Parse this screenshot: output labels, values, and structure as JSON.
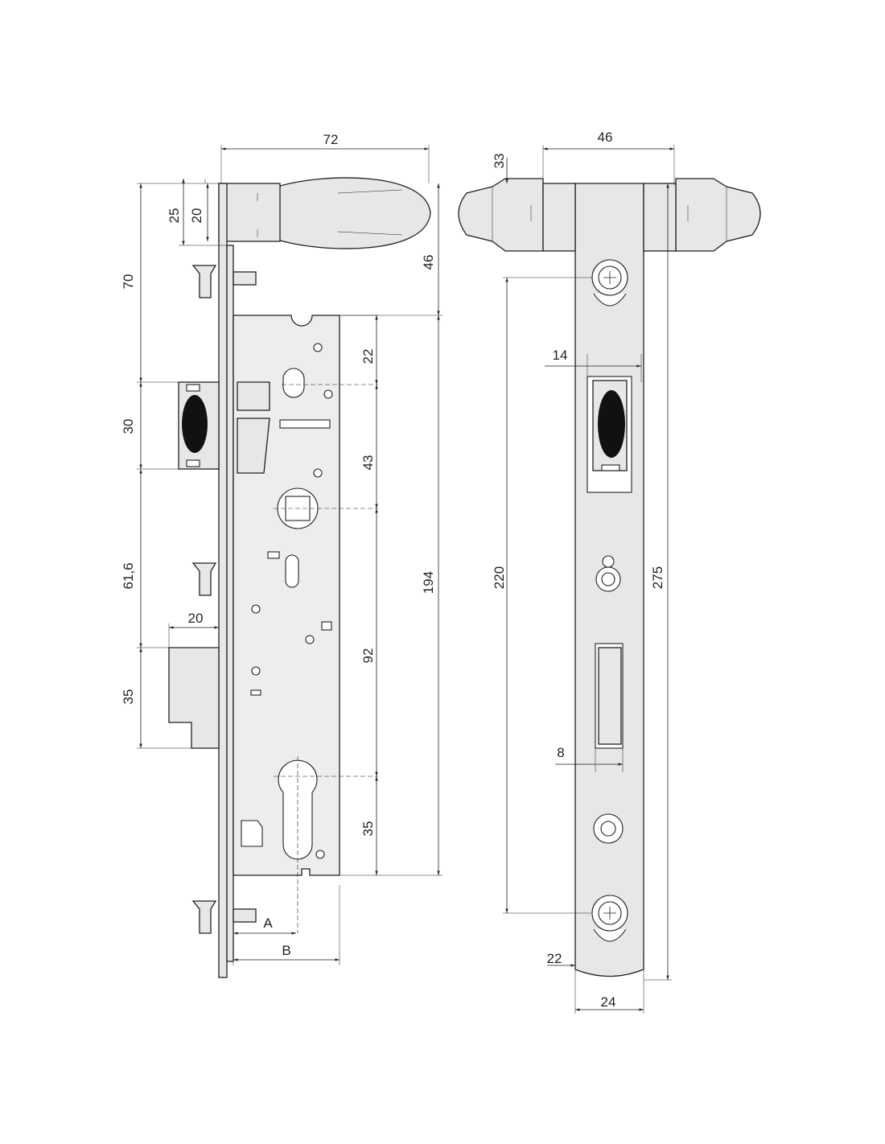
{
  "title": "Mortise lock dimension drawing",
  "side_view": {
    "dimensions": {
      "overall_depth": "72",
      "handle_height_outer": "25",
      "handle_height_inner": "20",
      "top_to_body": "46",
      "top_to_latch": "70",
      "latch_height": "30",
      "latch_to_bolt": "61,6",
      "bolt_projection": "20",
      "bolt_height": "35",
      "body_top_to_hole": "22",
      "hole_to_follower": "43",
      "body_height": "194",
      "follower_to_cylinder": "92",
      "cylinder_to_bottom": "35",
      "backset_a": "A",
      "depth_b": "B"
    }
  },
  "front_view": {
    "dimensions": {
      "handle_width": "46",
      "handle_offset": "33",
      "latch_window_offset": "14",
      "screw_spacing": "220",
      "faceplate_length": "275",
      "bolt_slot_width": "8",
      "faceplate_inner_width": "22",
      "faceplate_width": "24"
    }
  }
}
